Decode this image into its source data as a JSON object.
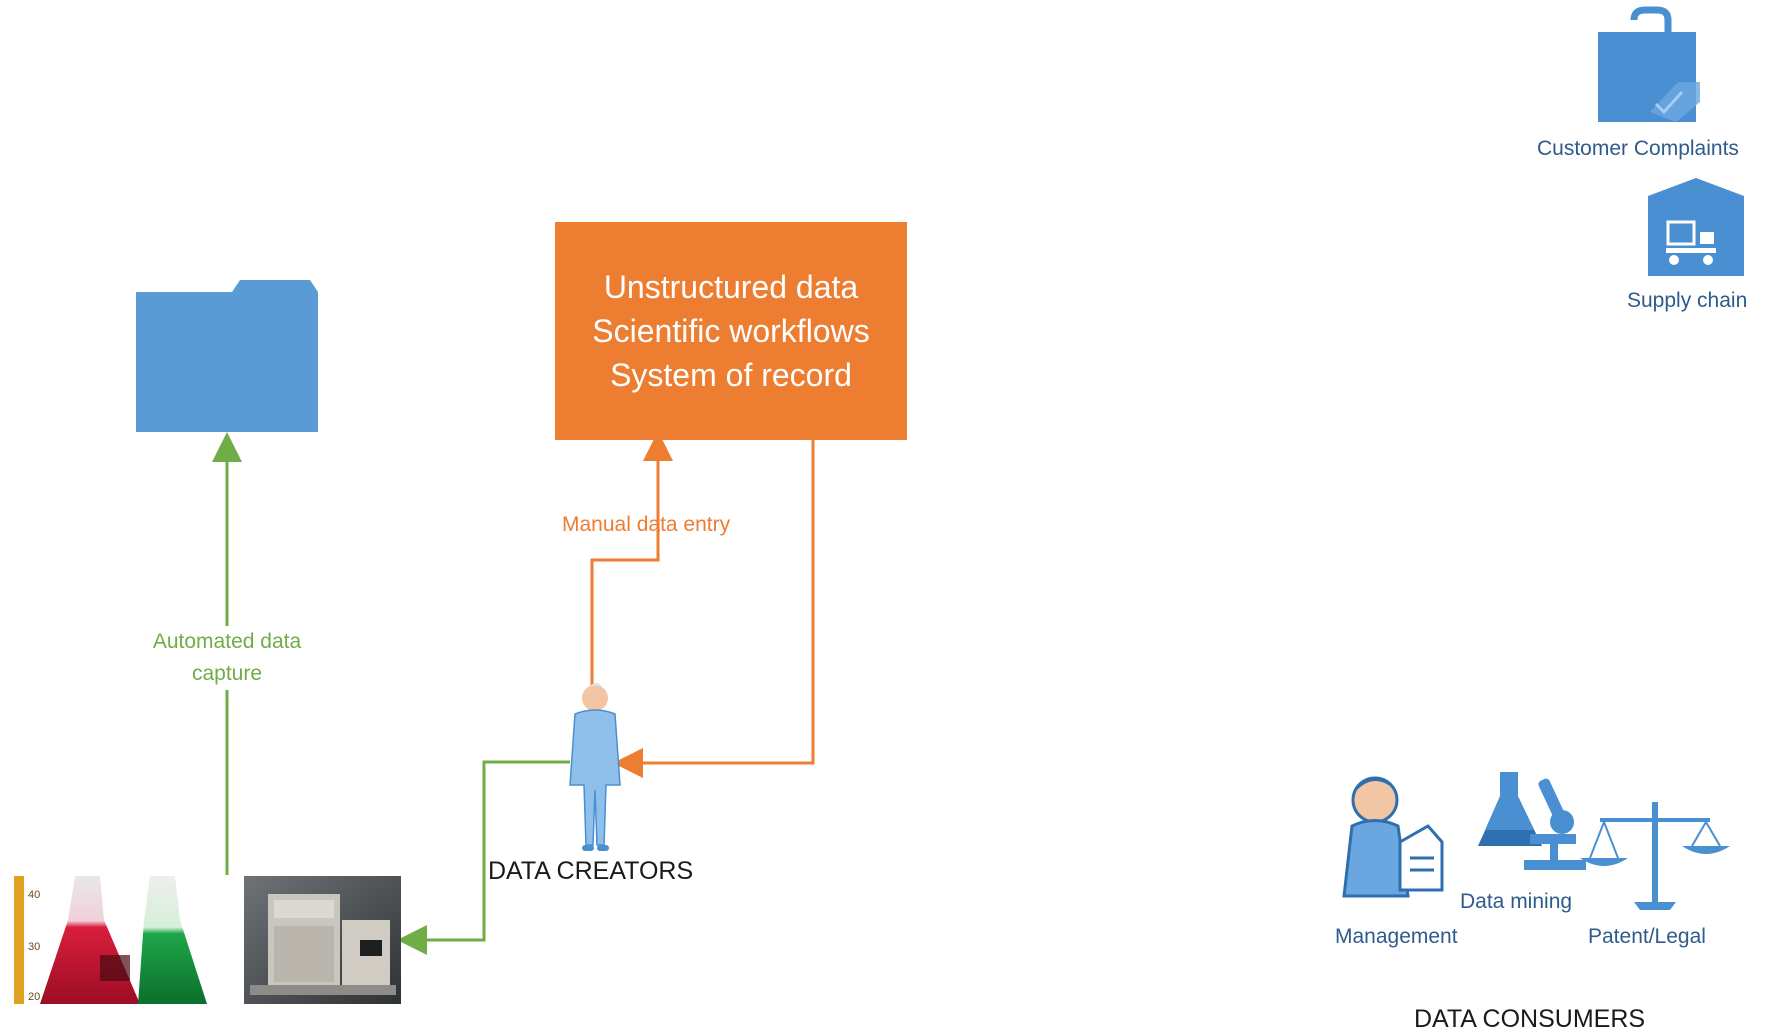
{
  "system_box": {
    "lines": [
      "Unstructured data",
      "Scientific workflows",
      "System of record"
    ]
  },
  "flows": {
    "manual_entry": "Manual data entry",
    "automated_capture_line1": "Automated data",
    "automated_capture_line2": "capture"
  },
  "groups": {
    "creators": "DATA CREATORS",
    "consumers": "DATA CONSUMERS"
  },
  "consumers": {
    "customer_complaints": "Customer Complaints",
    "supply_chain": "Supply chain",
    "data_mining": "Data mining",
    "management": "Management",
    "patent_legal": "Patent/Legal"
  },
  "colors": {
    "orange": "#ed7d31",
    "green": "#70ad47",
    "folder_blue": "#5b9bd5",
    "icon_blue": "#4a8fd1"
  },
  "icons": [
    "folder-icon",
    "flasks-photo",
    "lab-instrument-photo",
    "scientist-icon",
    "shopping-bag-icon",
    "warehouse-truck-icon",
    "manager-icon",
    "flask-microscope-icon",
    "scales-icon"
  ]
}
